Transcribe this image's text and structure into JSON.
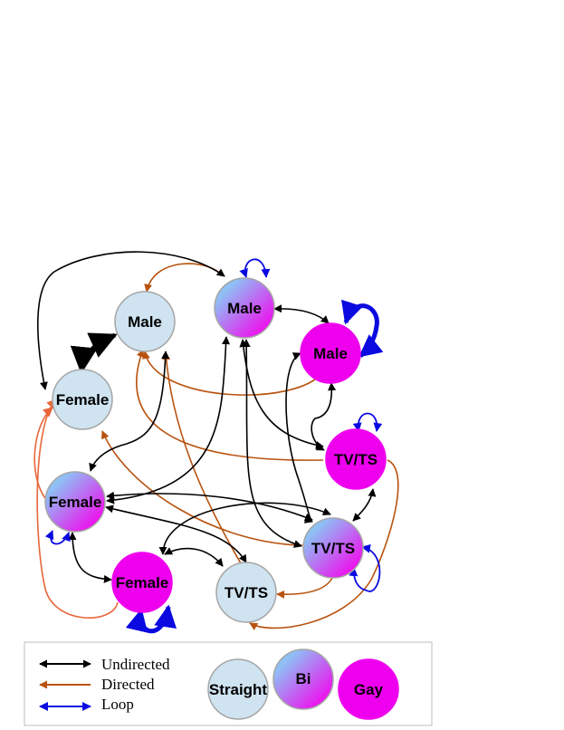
{
  "colors": {
    "straight": "#cfe3f0",
    "gay": "#ee00ee",
    "bi_from": "#8ec0f5",
    "bi_to": "#ee11ee",
    "undirected": "#000000",
    "directed": "#b8520e",
    "directed_light": "#e8663a",
    "loop": "#0a0ae0",
    "node_stroke": "#a6a6a6"
  },
  "nodes": [
    {
      "id": "male_straight",
      "label": "Male",
      "type": "straight"
    },
    {
      "id": "male_bi",
      "label": "Male",
      "type": "bi"
    },
    {
      "id": "male_gay",
      "label": "Male",
      "type": "gay"
    },
    {
      "id": "female_straight",
      "label": "Female",
      "type": "straight"
    },
    {
      "id": "tvts_gay",
      "label": "TV/TS",
      "type": "gay"
    },
    {
      "id": "female_bi",
      "label": "Female",
      "type": "bi"
    },
    {
      "id": "tvts_bi",
      "label": "TV/TS",
      "type": "bi"
    },
    {
      "id": "female_gay",
      "label": "Female",
      "type": "gay"
    },
    {
      "id": "tvts_straight",
      "label": "TV/TS",
      "type": "straight"
    }
  ],
  "legend": {
    "undirected": "Undirected",
    "directed": "Directed",
    "loop": "Loop",
    "straight": "Straight",
    "bi": "Bi",
    "gay": "Gay"
  }
}
